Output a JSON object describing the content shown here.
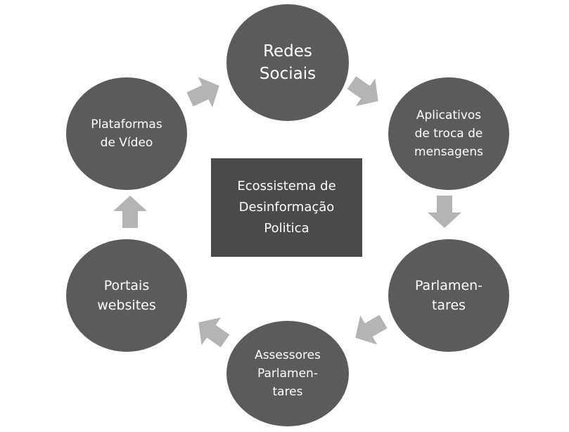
{
  "center": {
    "label": "Ecossistema de\nDesinformação\nPolitica"
  },
  "nodes": [
    {
      "label": "Redes\nSociais"
    },
    {
      "label": "Aplicativos\nde troca de\nmensagens"
    },
    {
      "label": "Parlamen-\ntares"
    },
    {
      "label": "Assessores\nParlamen-\ntares"
    },
    {
      "label": "Portais\nwebsites"
    },
    {
      "label": "Plataformas\nde Vídeo"
    }
  ],
  "colors": {
    "node": "#5b5b5b",
    "center": "#4a4a4a",
    "arrow": "#b4b4b4",
    "text": "#ffffff"
  }
}
